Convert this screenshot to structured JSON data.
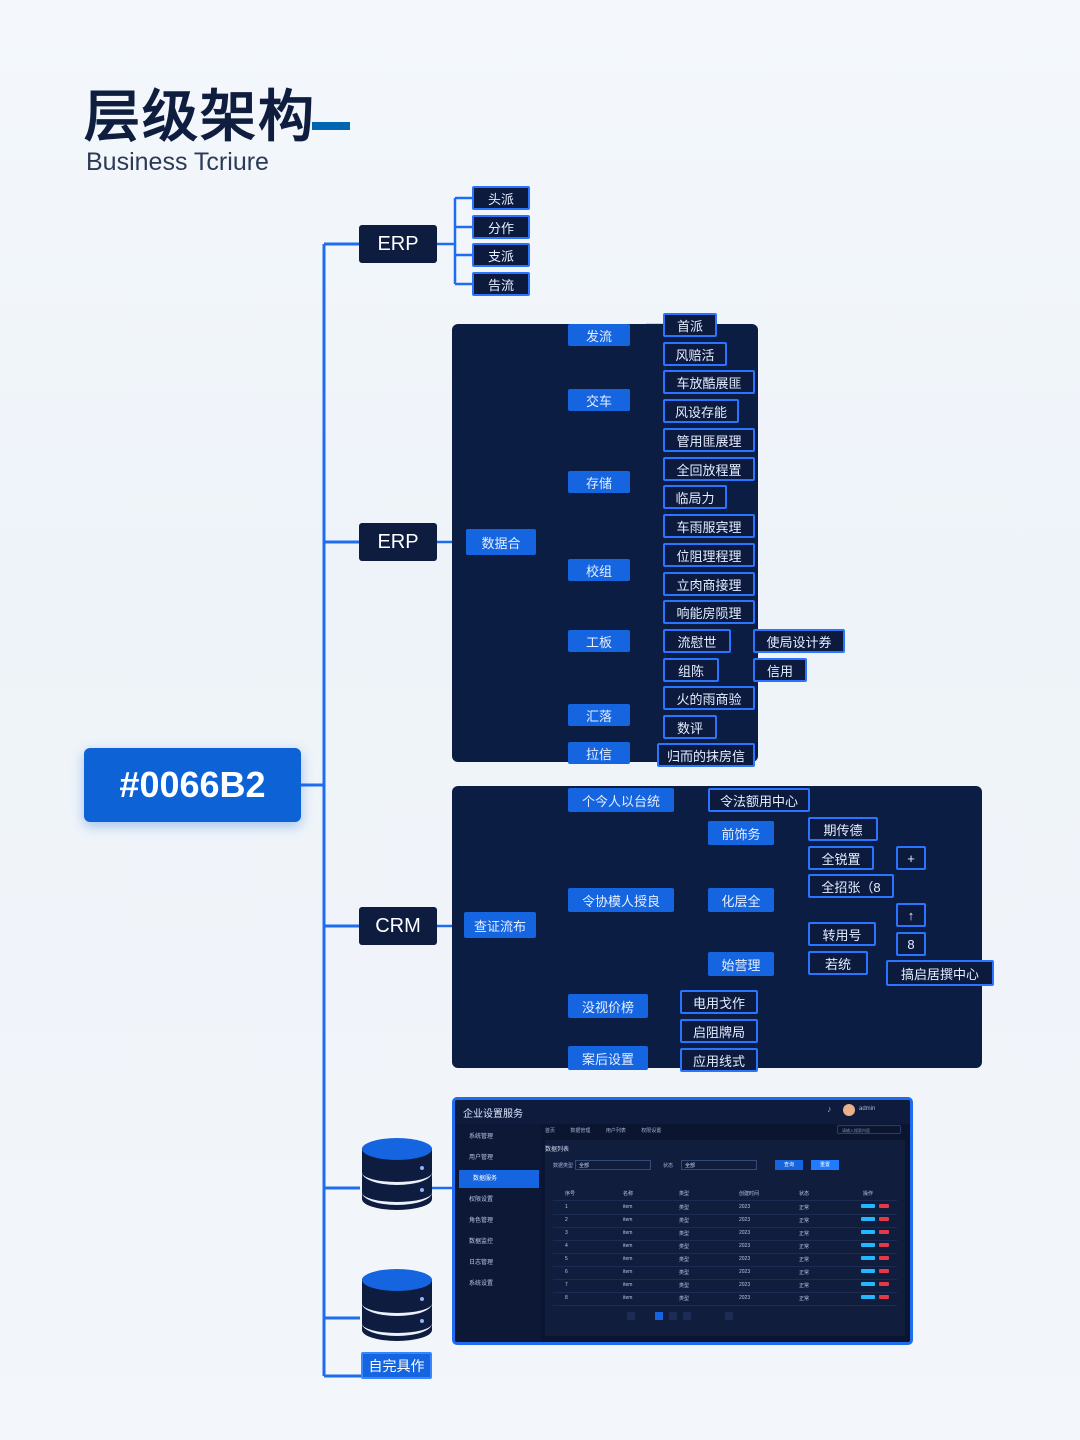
{
  "header": {
    "title": "层级架构",
    "subtitle": "Business Tcriure"
  },
  "root": {
    "label": "#0066B2"
  },
  "branch_erp_1": {
    "label": "ERP",
    "children": [
      "头派",
      "分作",
      "支派",
      "告流"
    ]
  },
  "branch_erp_2": {
    "label": "ERP",
    "hub": "数据合",
    "groups": [
      {
        "label": "发流",
        "children": [
          "首派",
          "风赔活"
        ]
      },
      {
        "label": "交车",
        "children": [
          "车放酷展匪",
          "风设存能"
        ]
      },
      {
        "label": "存储",
        "children": [
          "管用匪展理",
          "全回放程置",
          "临局力",
          "车雨服宾理"
        ]
      },
      {
        "label": "校组",
        "children": [
          "位阻理程理",
          "立肉商接理"
        ]
      },
      {
        "label": "工板",
        "children": [
          "响能房陨理",
          "流慰世",
          "组陈"
        ],
        "extra": [
          "使局设计券",
          "信用"
        ]
      },
      {
        "label": "汇落",
        "children": [
          "火的雨商验",
          "数评"
        ]
      },
      {
        "label": "拉信",
        "children": [
          "归而的抹房信"
        ]
      }
    ]
  },
  "branch_crm": {
    "label": "CRM",
    "hub": "查证流布",
    "groups": [
      {
        "label": "个今人以台统",
        "children": [
          "令法额用中心"
        ]
      },
      {
        "label": "令协模人授良",
        "sub": [
          {
            "label": "前饰务",
            "children": [
              "期传德"
            ]
          },
          {
            "label": "化层全",
            "children": [
              "全锐置",
              "全招张（8",
              "转用号"
            ],
            "marks": [
              "+",
              "↑",
              "8"
            ]
          },
          {
            "label": "始营理",
            "children": [
              "若统",
              "搞启居撰中心"
            ]
          }
        ]
      },
      {
        "label": "没视价榜",
        "children": [
          "电用戈作",
          "启阻牌局"
        ]
      },
      {
        "label": "案后设置",
        "children": [
          "应用线式"
        ]
      }
    ]
  },
  "database": {
    "button_label": "自完具作"
  },
  "dashboard": {
    "app_name": "企业设置服务",
    "user": "admin",
    "search_placeholder": "请输入搜索内容",
    "tabs": [
      "首页",
      "数据管理",
      "用户列表",
      "权限设置"
    ],
    "sidebar": [
      "系统管理",
      "用户管理",
      "数据服务",
      "权限设置",
      "角色管理",
      "数据监控",
      "日志管理",
      "系统设置"
    ],
    "section_title": "数据列表",
    "filter_label_1": "数据类型",
    "filter_value_1": "全部",
    "filter_label_2": "状态",
    "filter_value_2": "全部",
    "buttons": [
      "查询",
      "重置"
    ],
    "columns": [
      "序号",
      "名称",
      "类型",
      "创建时间",
      "状态",
      "操作"
    ],
    "rows": [
      [
        "1",
        "item",
        "类型",
        "2023",
        "正常"
      ],
      [
        "2",
        "item",
        "类型",
        "2023",
        "正常"
      ],
      [
        "3",
        "item",
        "类型",
        "2023",
        "正常"
      ],
      [
        "4",
        "item",
        "类型",
        "2023",
        "正常"
      ],
      [
        "5",
        "item",
        "类型",
        "2023",
        "正常"
      ],
      [
        "6",
        "item",
        "类型",
        "2023",
        "正常"
      ],
      [
        "7",
        "item",
        "类型",
        "2023",
        "正常"
      ],
      [
        "8",
        "item",
        "类型",
        "2023",
        "正常"
      ]
    ]
  },
  "colors": {
    "accent": "#0066B2",
    "node_blue": "#1565e0",
    "navy": "#0c1d44",
    "line": "#1e6cf0"
  }
}
